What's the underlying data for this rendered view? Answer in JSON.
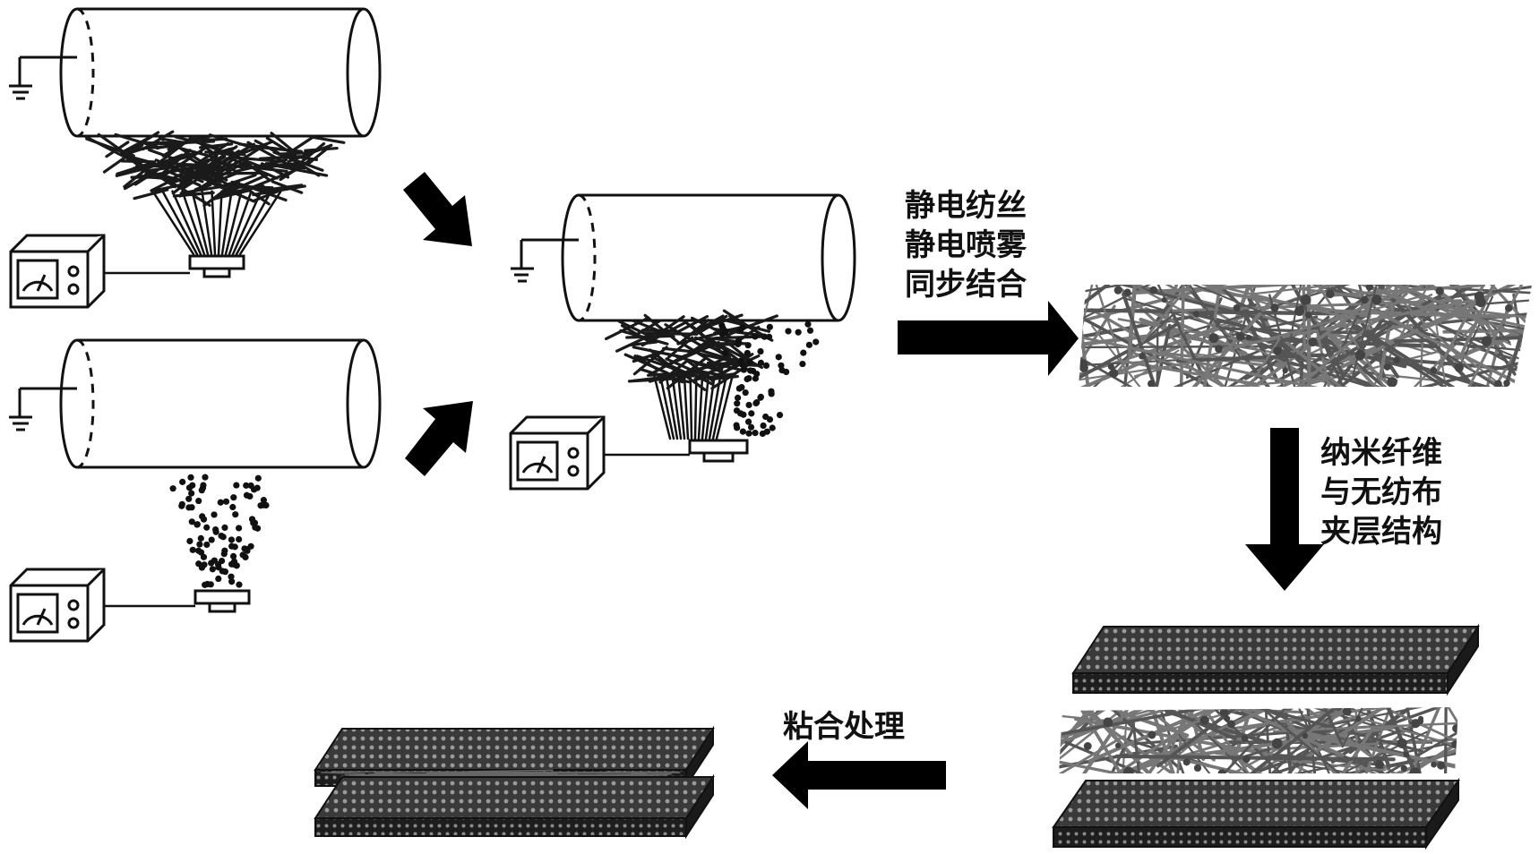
{
  "labels": {
    "step1": [
      "静电纺丝",
      "静电喷雾",
      "同步结合"
    ],
    "step2": [
      "纳米纤维",
      "与无纺布",
      "夹层结构"
    ],
    "step3": "粘合处理"
  },
  "colors": {
    "stroke": "#111111",
    "fiber": "#555555",
    "fabric_top": "#3a3a3a",
    "fabric_side": "#1e1e1e",
    "fabric_dot": "#9a9a9a"
  }
}
